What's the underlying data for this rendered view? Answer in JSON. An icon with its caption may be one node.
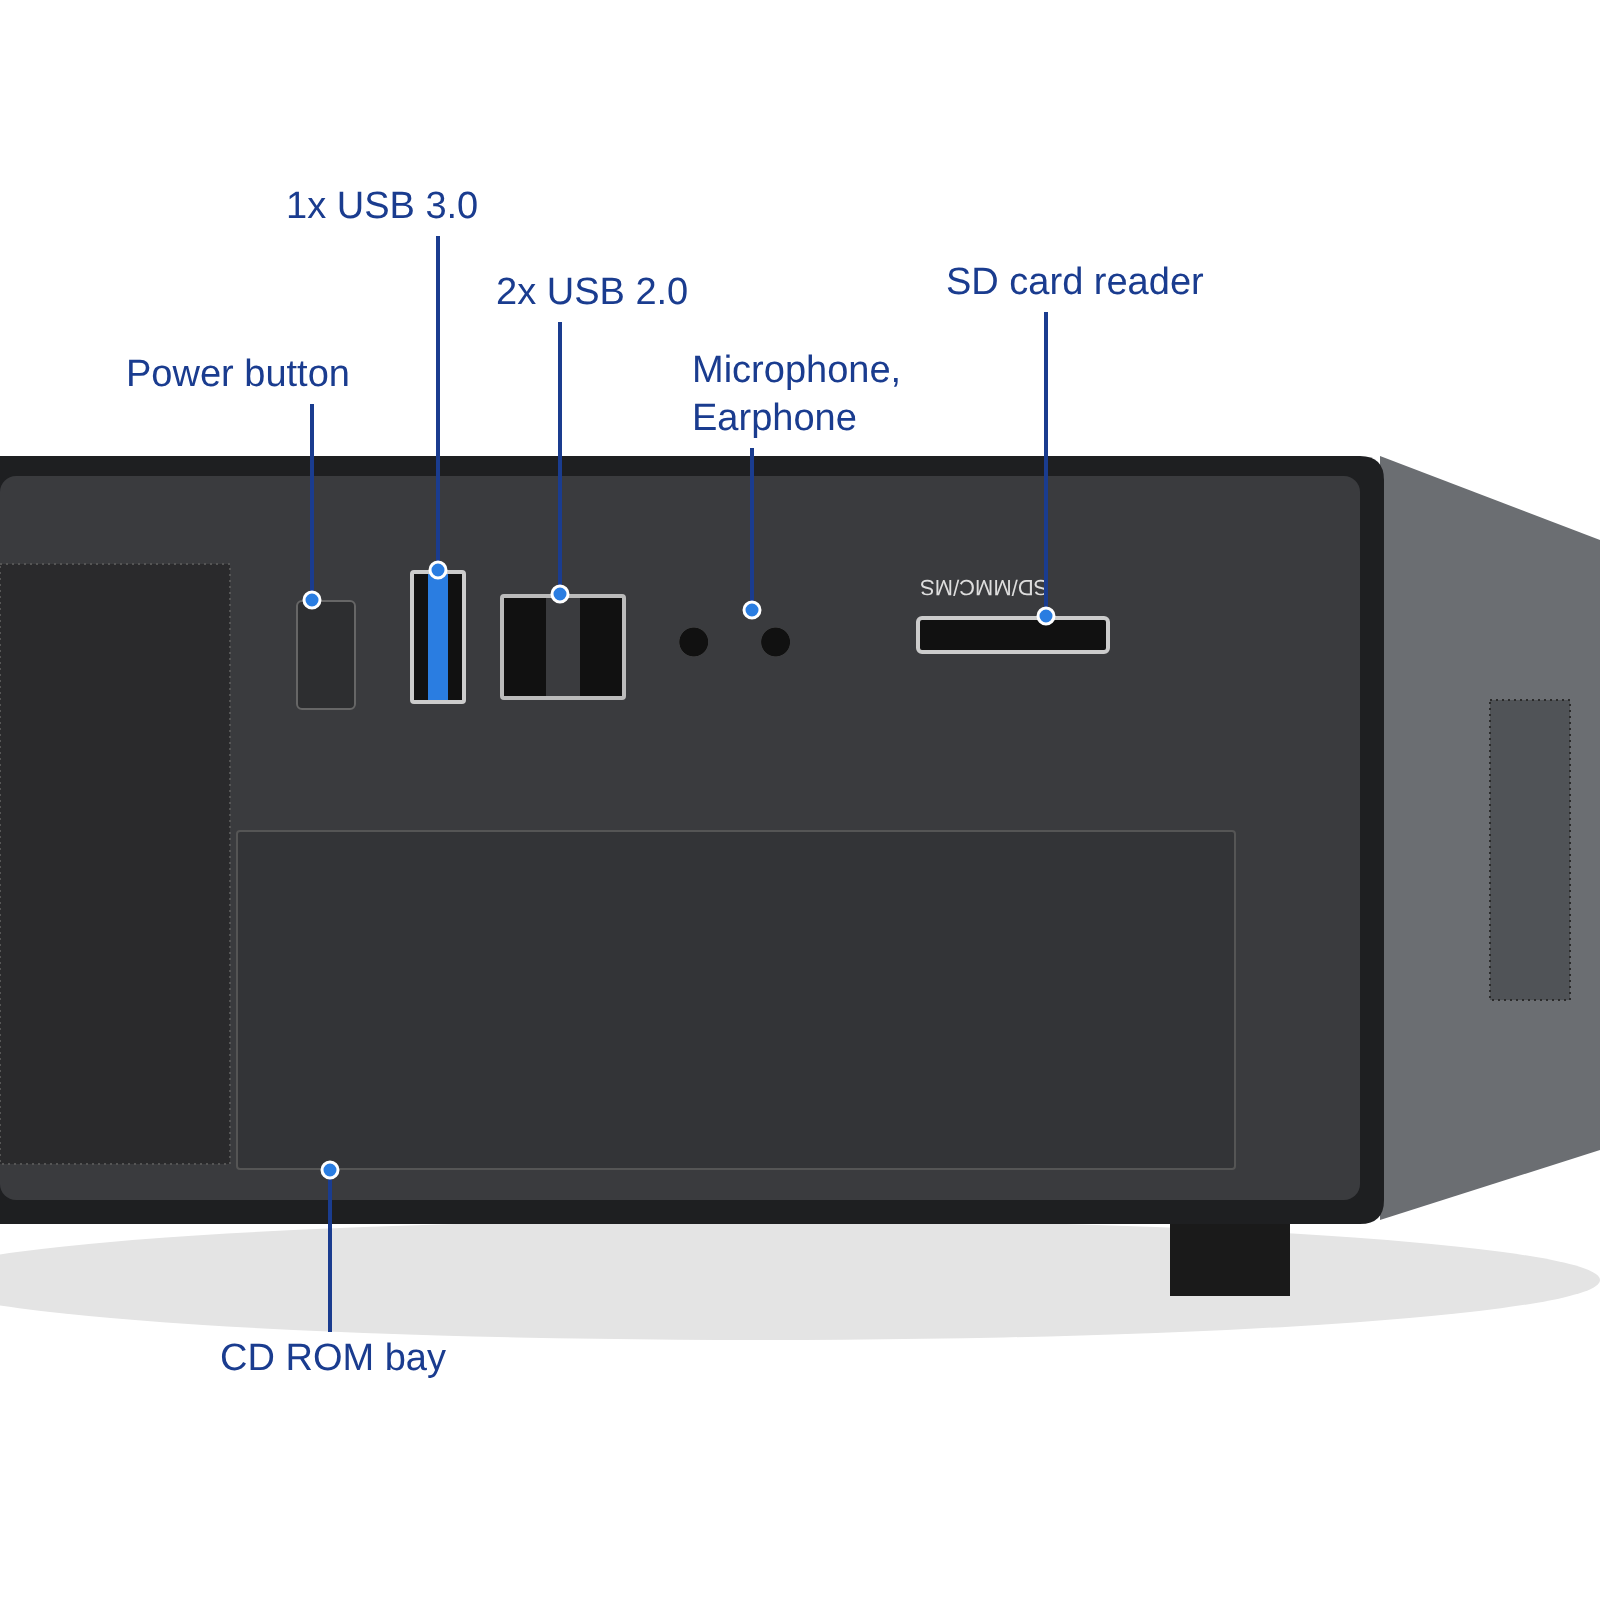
{
  "diagram": {
    "nodes": [
      {
        "text": [
          "Power button"
        ]
      },
      {
        "text": [],
        "shape": "box"
      },
      {
        "text": [
          "1x USB 3.0"
        ]
      },
      {
        "text": [],
        "shape": "box"
      },
      {
        "text": [
          "2x USB 2.0"
        ]
      },
      {
        "text": [],
        "shape": "box"
      },
      {
        "text": [
          "Microphone, Earphone"
        ]
      },
      {
        "text": [],
        "shape": "box"
      },
      {
        "text": [
          "SD card reader"
        ]
      },
      {
        "text": [],
        "shape": "box"
      },
      {
        "text": [
          "CD ROM bay"
        ]
      },
      {
        "text": [],
        "shape": "box"
      }
    ],
    "edges": [
      {
        "from": 0,
        "to": 1,
        "arrow": "other"
      },
      {
        "from": 2,
        "to": 3,
        "arrow": "other"
      },
      {
        "from": 4,
        "to": 5,
        "arrow": "other"
      },
      {
        "from": 6,
        "to": 7,
        "arrow": "other"
      },
      {
        "from": 8,
        "to": 9,
        "arrow": "other"
      },
      {
        "from": 10,
        "to": 11,
        "arrow": "other"
      }
    ],
    "labels": [
      "SD/MMC/MS"
    ]
  }
}
